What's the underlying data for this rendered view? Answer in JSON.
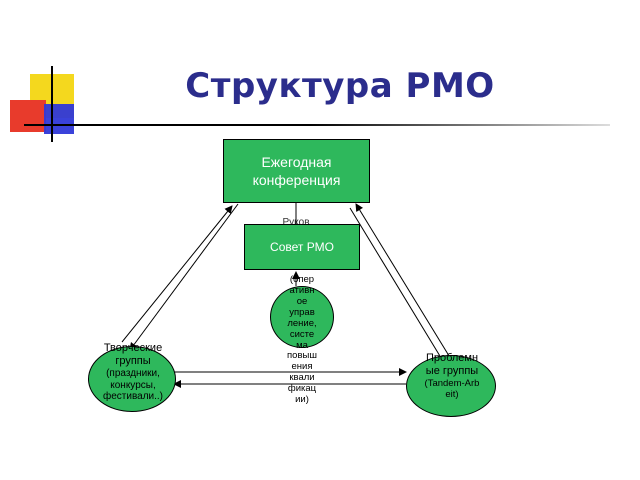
{
  "title": "Структура РМО",
  "nodes": {
    "conference": "Ежегодная конференция",
    "council": "Совет РМО",
    "council_partial_label": "Руков",
    "center": [
      "(опер",
      "ативн",
      "ое",
      "управ",
      "ление,",
      "систе",
      "ма",
      "повыш",
      "ения",
      "квали",
      "фикац",
      "ии)"
    ],
    "creative": {
      "title": "Творческие группы",
      "subtitle": "(праздники, конкурсы, фестивали..)"
    },
    "problem": {
      "title": "Проблемные группы",
      "subtitle": "(Tandem-Arbeit)"
    }
  },
  "colors": {
    "node_fill": "#2eb85c",
    "title": "#2b2d8c",
    "deco_yellow": "#f4d81e",
    "deco_red": "#e83b2c",
    "deco_blue": "#2f38d8"
  }
}
